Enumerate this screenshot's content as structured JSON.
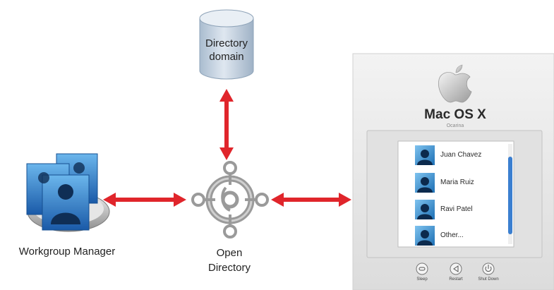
{
  "directory_domain": {
    "label_line1": "Directory",
    "label_line2": "domain"
  },
  "workgroup_manager": {
    "label": "Workgroup Manager"
  },
  "open_directory": {
    "label_line1": "Open",
    "label_line2": "Directory"
  },
  "login_window": {
    "os_title": "Mac OS X",
    "os_subtitle": "Ocarina",
    "users": [
      {
        "name": "Juan Chavez"
      },
      {
        "name": "Maria Ruiz"
      },
      {
        "name": "Ravi Patel"
      },
      {
        "name": "Other..."
      }
    ],
    "buttons": [
      {
        "label": "Sleep",
        "icon": "sleep-icon"
      },
      {
        "label": "Restart",
        "icon": "restart-icon"
      },
      {
        "label": "Shut Down",
        "icon": "power-icon"
      }
    ]
  },
  "colors": {
    "arrow": "#e0252b",
    "db_fill": "#c9d6e4",
    "gray_icon": "#9a9a9a",
    "login_bg": "#e8e8e8",
    "scroll_blue": "#3b7fd0"
  }
}
